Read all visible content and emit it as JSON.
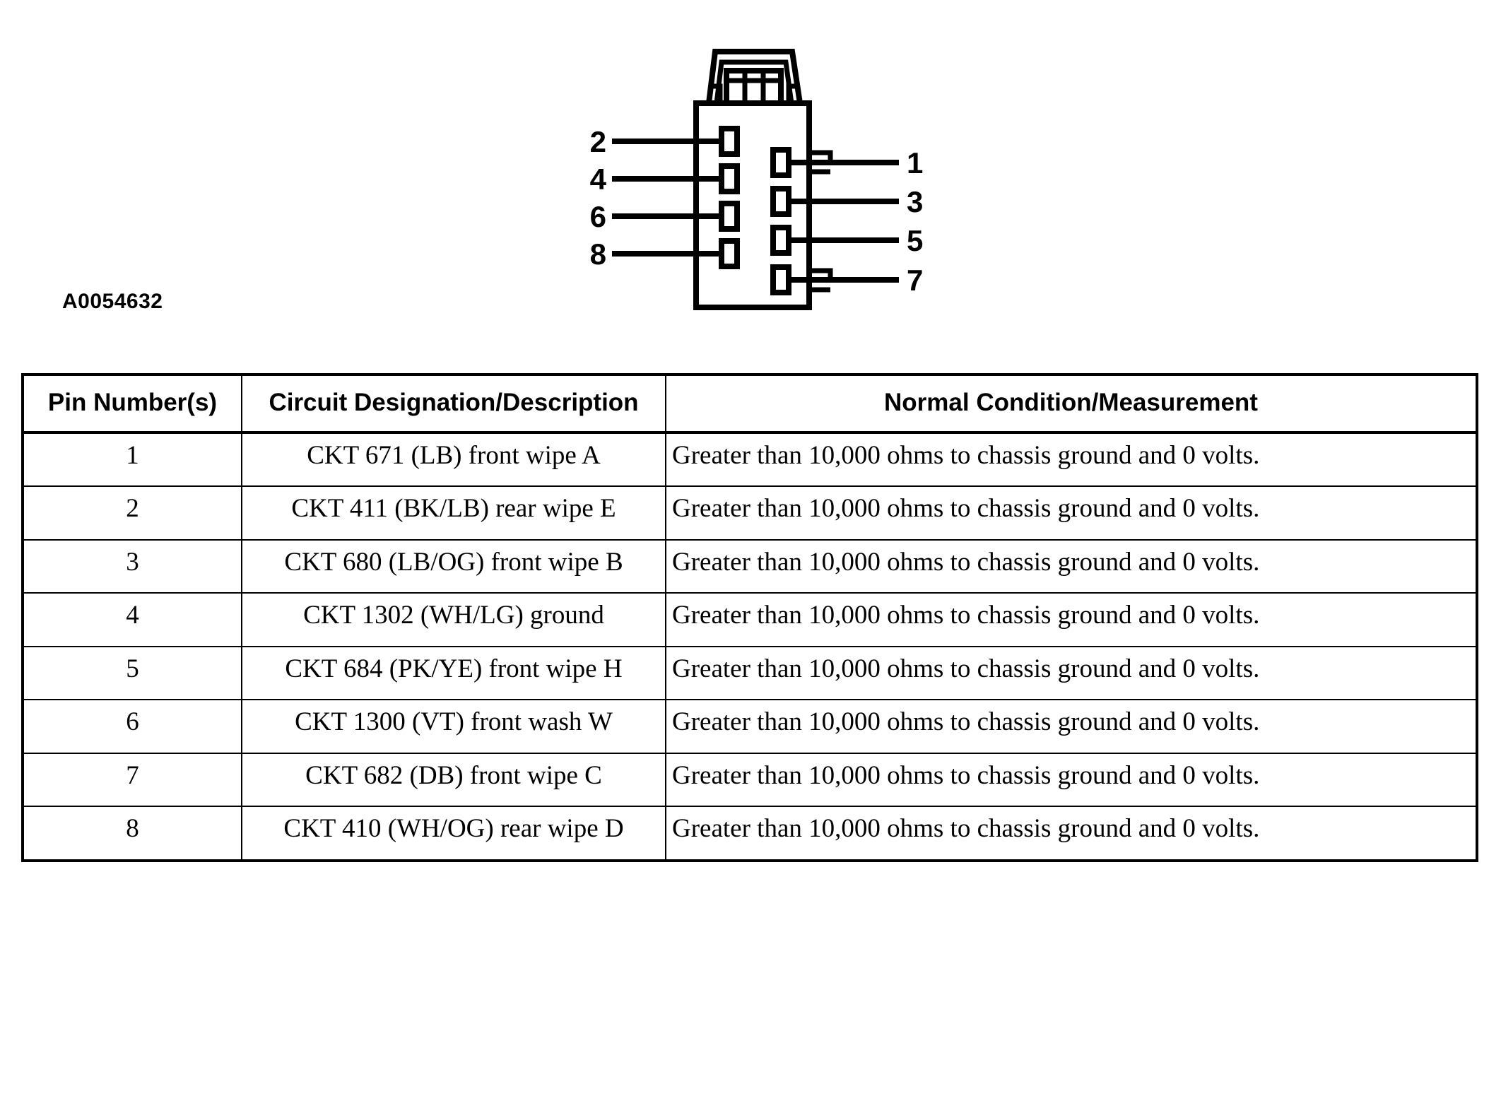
{
  "figure": {
    "id_label": "A0054632",
    "connector_type": "8-way rectangular connector, front view",
    "left_pin_labels": [
      "2",
      "4",
      "6",
      "8"
    ],
    "right_pin_labels": [
      "1",
      "3",
      "5",
      "7"
    ],
    "pin_count": 8
  },
  "table": {
    "headers": [
      "Pin Number(s)",
      "Circuit Designation/Description",
      "Normal Condition/Measurement"
    ],
    "standard_condition": "Greater than 10,000 ohms to chassis ground and 0 volts.",
    "rows": [
      {
        "pin": "1",
        "description": "CKT 671 (LB) front wipe A",
        "condition": "Greater than 10,000 ohms to chassis ground and 0 volts."
      },
      {
        "pin": "2",
        "description": "CKT 411 (BK/LB) rear wipe E",
        "condition": "Greater than 10,000 ohms to chassis ground and 0 volts."
      },
      {
        "pin": "3",
        "description": "CKT 680 (LB/OG) front wipe B",
        "condition": "Greater than 10,000 ohms to chassis ground and 0 volts."
      },
      {
        "pin": "4",
        "description": "CKT 1302 (WH/LG) ground",
        "condition": "Greater than 10,000 ohms to chassis ground and 0 volts."
      },
      {
        "pin": "5",
        "description": "CKT 684 (PK/YE) front wipe H",
        "condition": "Greater than 10,000 ohms to chassis ground and 0 volts."
      },
      {
        "pin": "6",
        "description": "CKT 1300 (VT) front wash W",
        "condition": "Greater than 10,000 ohms to chassis ground and 0 volts."
      },
      {
        "pin": "7",
        "description": "CKT 682 (DB) front wipe C",
        "condition": "Greater than 10,000 ohms to chassis ground and 0 volts."
      },
      {
        "pin": "8",
        "description": "CKT 410 (WH/OG) rear wipe D",
        "condition": "Greater than 10,000 ohms to chassis ground and 0 volts."
      }
    ]
  },
  "colors": {
    "ink": "#000000",
    "page": "#ffffff"
  }
}
